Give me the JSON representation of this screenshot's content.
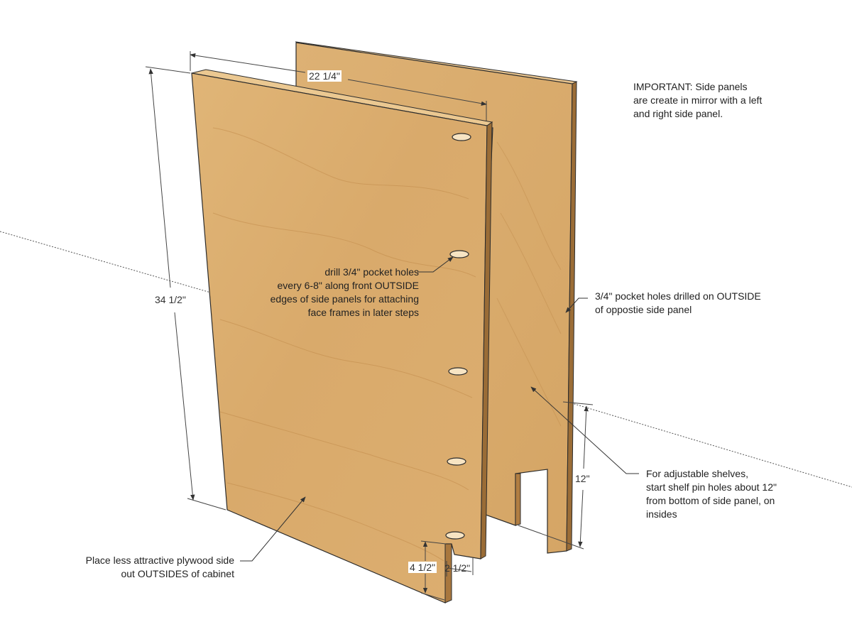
{
  "colors": {
    "panel_front": "#dcae6f",
    "panel_back": "#d8ab6d",
    "panel_edge": "#9a6c36",
    "panel_top": "#e9c68f",
    "outline": "#2b2b2b",
    "dim_line": "#444444"
  },
  "note_important": [
    "IMPORTANT: Side panels",
    "are create in mirror with a left",
    "and right side panel."
  ],
  "note_drill": [
    "drill 3/4\" pocket holes",
    "every 6-8\" along front OUTSIDE",
    "edges of side panels for attaching",
    "face frames in later steps"
  ],
  "note_opposite": [
    "3/4\" pocket holes drilled on OUTSIDE",
    "of oppostie side panel"
  ],
  "note_shelves": [
    "For adjustable shelves,",
    "start shelf pin holes about 12\"",
    "from bottom of side panel, on",
    "insides"
  ],
  "note_plywood": [
    "Place less attractive plywood side",
    "out OUTSIDES of cabinet"
  ],
  "dimensions": {
    "depth": "22 1/4\"",
    "height": "34 1/2\"",
    "shelf_pin_height": "12\"",
    "toe_kick_height": "4 1/2\"",
    "toe_kick_depth": "2 1/2\""
  }
}
